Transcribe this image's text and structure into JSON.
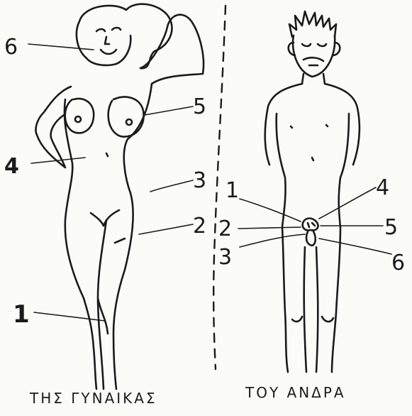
{
  "captions": {
    "woman": "ΤΗΣ ΓΥΝΑΙΚΑΣ",
    "man": "ΤΟΥ ΑΝΔΡΑ"
  },
  "woman_labels": {
    "face": "6",
    "breast": "5",
    "waist": "4",
    "pubic": "3",
    "genital": "2",
    "leg": "1"
  },
  "man_labels": {
    "l1": "1",
    "l2": "2",
    "l3": "3",
    "l4": "4",
    "l5": "5",
    "l6": "6"
  },
  "colors": {
    "ink": "#1b1b1b",
    "paper": "#fbfbf8"
  }
}
